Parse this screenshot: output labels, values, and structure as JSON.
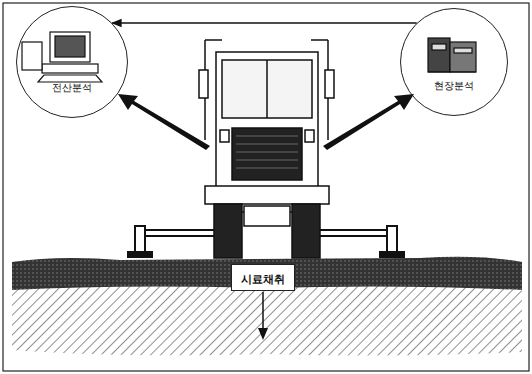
{
  "diagram": {
    "nodes": [
      {
        "text": [
          "전산분석"
        ]
      },
      {
        "text": [
          "현장분석"
        ]
      },
      {
        "text": [
          "시료채취"
        ]
      }
    ],
    "edges": [
      {
        "from": 1,
        "to": 0,
        "arrow": "to"
      }
    ]
  }
}
